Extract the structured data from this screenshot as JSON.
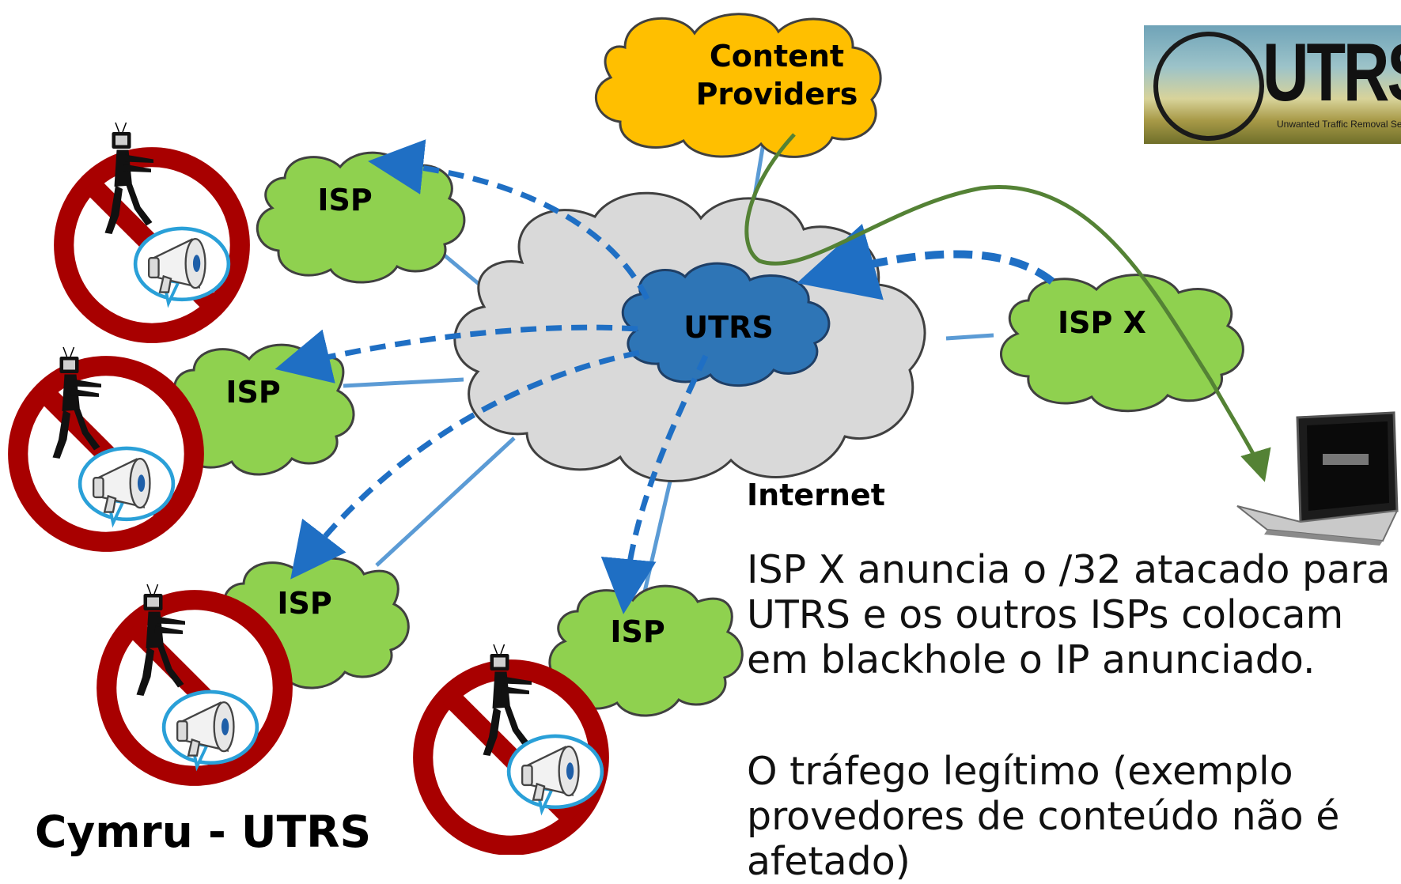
{
  "clouds": {
    "content_providers_line1": "Content",
    "content_providers_line2": "Providers",
    "utrs": "UTRS",
    "isp_x": "ISP X",
    "isp": "ISP"
  },
  "logo": {
    "title": "UTRS",
    "subtitle": "Unwanted Traffic Removal Service"
  },
  "internet_label": "Internet",
  "captions": {
    "paragraph1": "ISP X anuncia o /32 atacado para UTRS e os outros ISPs colocam em blackhole o IP anunciado.",
    "paragraph2": "O tráfego legítimo (exemplo provedores de conteúdo não é afetado)"
  },
  "footer": {
    "title": "Cymru - UTRS"
  },
  "colors": {
    "isp_cloud": "#8fd14f",
    "content_cloud": "#ffbf00",
    "utrs_cloud": "#2e75b6",
    "internet_cloud": "#d9d9d9",
    "dashed_arrow": "#1f6fc4",
    "link_line": "#5b9bd5",
    "legit_path": "#548235",
    "no_sign": "#c00000"
  },
  "icons": [
    "zombie-icon",
    "megaphone-icon",
    "no-sign-icon",
    "laptop-icon"
  ]
}
